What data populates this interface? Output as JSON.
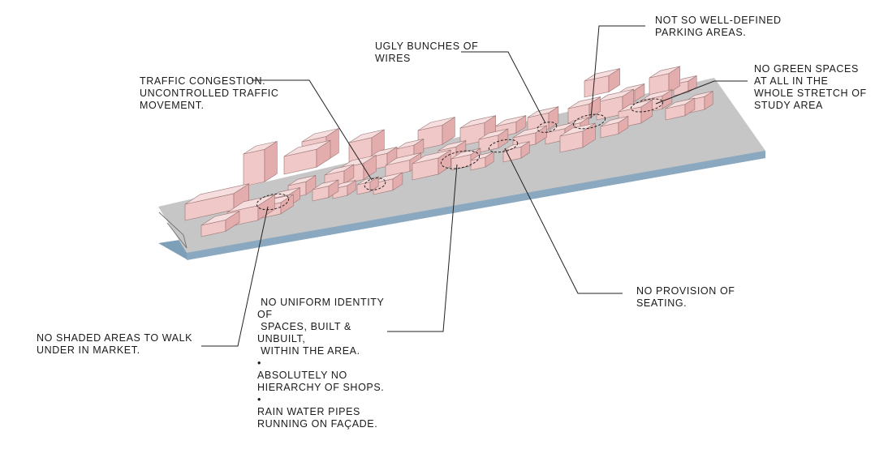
{
  "diagram": {
    "colors": {
      "ground_top": "#c6c6c6",
      "ground_edge": "#7e9fb8",
      "building_fill": "#f0c8c8",
      "building_side": "#e3adad",
      "building_stroke": "#9b7575",
      "leader": "#222222",
      "text": "#1a1a1a"
    },
    "annotations": {
      "traffic": "TRAFFIC CONGESTION.\n UNCONTROLLED TRAFFIC\n MOVEMENT.",
      "wires": "UGLY BUNCHES OF\nWIRES",
      "parking": "NOT SO WELL-DEFINED\nPARKING AREAS.",
      "green": "NO GREEN SPACES\nAT ALL IN THE\nWHOLE STRETCH OF\nSTUDY AREA",
      "seating": "NO PROVISION OF\nSEATING.",
      "shaded": "NO SHADED AREAS TO WALK\nUNDER IN MARKET.",
      "identity_lines": [
        " NO UNIFORM IDENTITY",
        "OF",
        " SPACES, BUILT &",
        "UNBUILT,",
        " WITHIN THE AREA.",
        "•",
        "ABSOLUTELY NO",
        "HIERARCHY OF SHOPS.",
        "•",
        "RAIN WATER PIPES",
        "RUNNING ON FAÇADE."
      ]
    }
  }
}
